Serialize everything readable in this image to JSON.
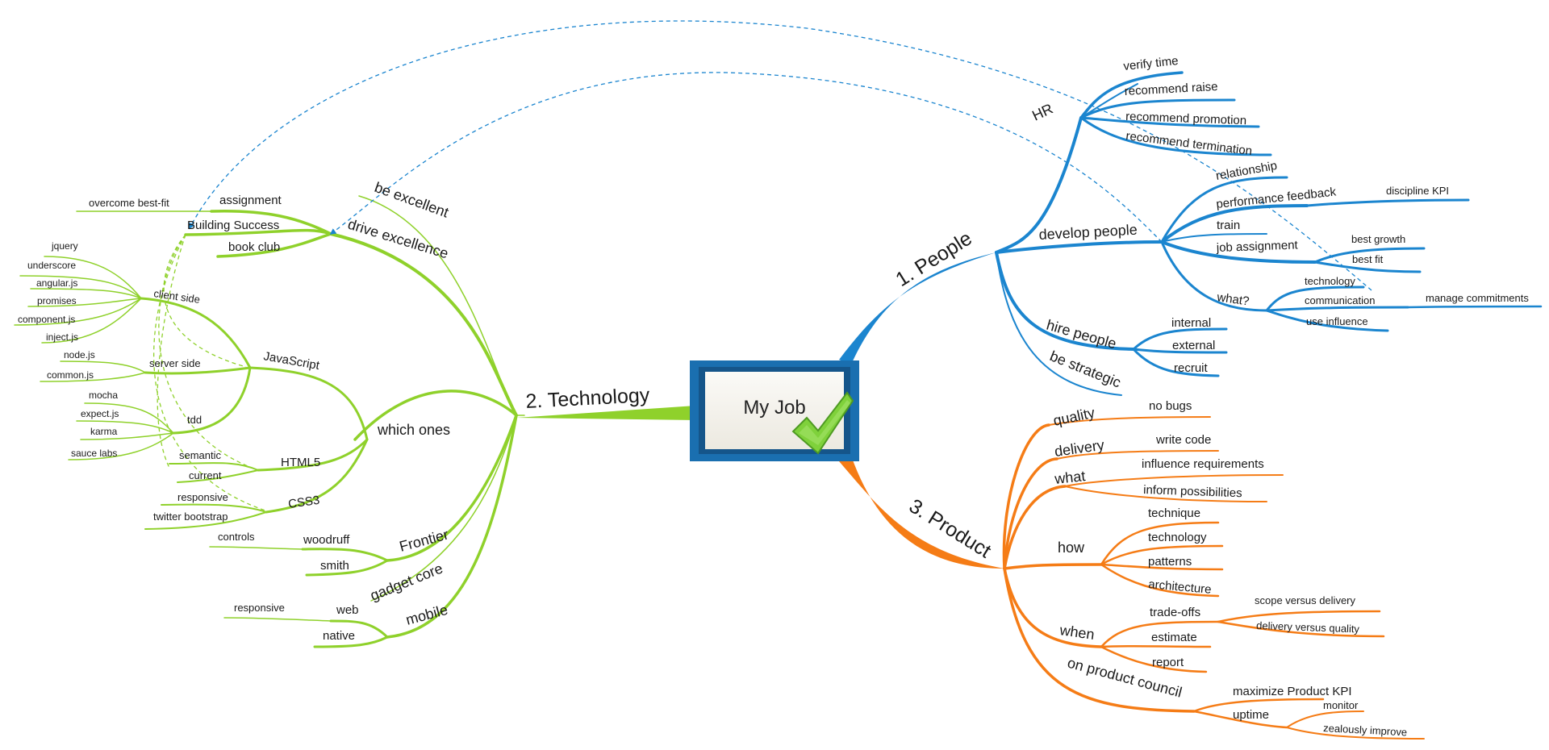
{
  "center": {
    "label": "My Job",
    "icon": "checkmark-icon"
  },
  "colors": {
    "technology": "#8fd12b",
    "people": "#1b85cf",
    "product": "#f57c16",
    "frame": "#1a6fb0",
    "check": "#7fd13b"
  },
  "technology": {
    "title": "2. Technology",
    "assignment": "assignment",
    "overcome_best_fit": "overcome best-fit",
    "building_success": "Building Success",
    "book_club": "book club",
    "drive_excellence": "drive excellence",
    "be_excellent": "be excellent",
    "client_side": "client side",
    "jquery": "jquery",
    "underscore": "underscore",
    "angular": "angular.js",
    "promises": "promises",
    "component": "component.js",
    "inject": "inject.js",
    "server_side": "server side",
    "node": "node.js",
    "common": "common.js",
    "tdd": "tdd",
    "mocha": "mocha",
    "expect": "expect.js",
    "karma": "karma",
    "sauce": "sauce labs",
    "javascript": "JavaScript",
    "which_ones": "which ones",
    "html5": "HTML5",
    "semantic": "semantic",
    "current": "current",
    "css3": "CSS3",
    "responsive": "responsive",
    "twitter_bootstrap": "twitter bootstrap",
    "frontier": "Frontier",
    "woodruff": "woodruff",
    "controls": "controls",
    "smith": "smith",
    "gadget_core": "gadget core",
    "mobile": "mobile",
    "web": "web",
    "responsive2": "responsive",
    "native": "native"
  },
  "people": {
    "title": "1. People",
    "hr": "HR",
    "verify_time": "verify time",
    "recommend_raise": "recommend raise",
    "recommend_promotion": "recommend promotion",
    "recommend_termination": "recommend termination",
    "develop_people": "develop people",
    "relationship": "relationship",
    "performance_feedback": "performance feedback",
    "discipline_kpi": "discipline KPI",
    "train": "train",
    "job_assignment": "job assignment",
    "best_growth": "best growth",
    "best_fit": "best fit",
    "what": "what?",
    "technology": "technology",
    "communication": "communication",
    "manage_commitments": "manage commitments",
    "use_influence": "use influence",
    "hire_people": "hire people",
    "internal": "internal",
    "external": "external",
    "recruit": "recruit",
    "be_strategic": "be strategic"
  },
  "product": {
    "title": "3. Product",
    "quality": "quality",
    "no_bugs": "no bugs",
    "delivery": "delivery",
    "write_code": "write code",
    "what": "what",
    "influence_requirements": "influence requirements",
    "inform_possibilities": "inform possibilities",
    "how": "how",
    "technique": "technique",
    "technology": "technology",
    "patterns": "patterns",
    "architecture": "architecture",
    "when": "when",
    "trade_offs": "trade-offs",
    "scope_vs_delivery": "scope versus delivery",
    "delivery_vs_quality": "delivery versus quality",
    "estimate": "estimate",
    "report": "report",
    "on_product_council": "on product council",
    "maximize_product_kpi": "maximize Product KPI",
    "uptime": "uptime",
    "monitor": "monitor",
    "zealously_improve": "zealously improve"
  }
}
